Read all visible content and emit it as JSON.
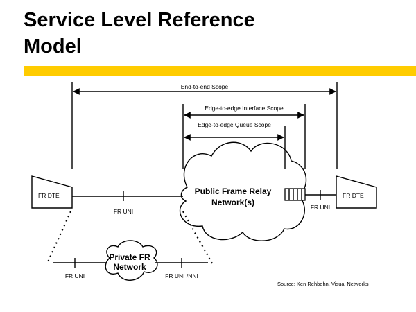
{
  "title": {
    "line1": "Service Level Reference",
    "line2": "Model"
  },
  "accent_color": "#ffcc00",
  "scopes": {
    "end_to_end": "End-to-end Scope",
    "interface": "Edge-to-edge Interface Scope",
    "queue": "Edge-to-edge Queue Scope"
  },
  "devices": {
    "left_dte": "FR DTE",
    "right_dte": "FR DTE"
  },
  "interfaces": {
    "left_uni": "FR UNI",
    "right_uni": "FR UNI",
    "private_left_uni": "FR UNI",
    "private_right": "FR UNI /NNI"
  },
  "clouds": {
    "public_line1": "Public Frame Relay",
    "public_line2": "Network(s)",
    "private_line1": "Private FR",
    "private_line2": "Network"
  },
  "source": "Source: Ken Rehbehn, Visual Networks"
}
